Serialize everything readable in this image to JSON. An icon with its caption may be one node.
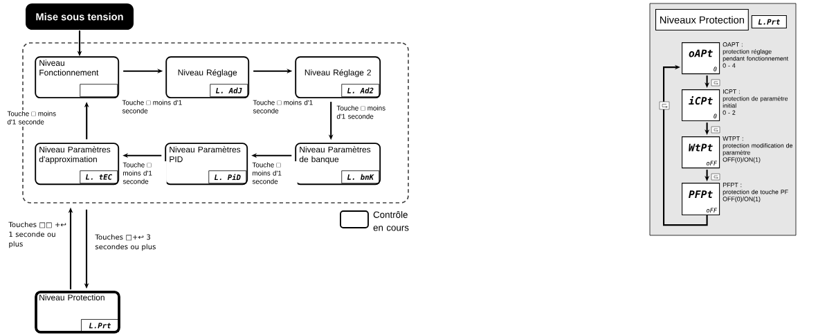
{
  "diagram": {
    "nodes": [
      {
        "text": [
          "Mise sous tension"
        ]
      },
      {
        "text": [],
        "shape": "box"
      },
      {
        "text": [
          "Niveau Fonctionnement"
        ],
        "in": 1
      },
      {
        "text": [
          "Niveau Réglage",
          "L. AdJ"
        ],
        "in": 1
      },
      {
        "text": [
          "Niveau Réglage 2",
          "L. Ad2"
        ],
        "in": 1
      },
      {
        "text": [
          "Niveau Paramètres de banque",
          "L. bnK"
        ],
        "in": 1
      },
      {
        "text": [
          "Niveau Paramètres PID",
          "L. PiD"
        ],
        "in": 1
      },
      {
        "text": [
          "Niveau Paramètres d'approximation",
          "L. tEC"
        ],
        "in": 1
      },
      {
        "text": [
          "Niveau Protection",
          "L.Prt"
        ]
      },
      {
        "text": [
          "Niveaux Protection",
          "L.Prt"
        ]
      },
      {
        "text": [
          "oAPt",
          "0"
        ],
        "in": 9,
        "beside": [
          "OAPT :",
          "protection réglage pendant fonctionnement",
          "0 - 4"
        ]
      },
      {
        "text": [
          "iCPt",
          "0"
        ],
        "in": 9,
        "beside": [
          "ICPT :",
          "protection de paramètre initial",
          "0 - 2"
        ]
      },
      {
        "text": [
          "WtPt",
          "oFF"
        ],
        "in": 9,
        "beside": [
          "WTPT :",
          "protection modification de paramètre",
          "OFF(0)/ON(1)"
        ]
      },
      {
        "text": [
          "PFPt",
          "oFF"
        ],
        "in": 9,
        "beside": [
          "PFPT :",
          "protection de touche PF",
          "OFF(0)/ON(1)"
        ]
      }
    ],
    "edges": [
      {
        "from": 0,
        "to": 2,
        "arrow": "to"
      },
      {
        "from": 2,
        "to": 3,
        "arrow": "to",
        "label": "Touche □ moins d'1 seconde"
      },
      {
        "from": 3,
        "to": 4,
        "arrow": "to",
        "label": "Touche □ moins d'1 seconde"
      },
      {
        "from": 4,
        "to": 5,
        "arrow": "to",
        "label": "Touche □ moins d'1 seconde"
      },
      {
        "from": 5,
        "to": 6,
        "arrow": "to",
        "label": "Touche □ moins d'1 seconde"
      },
      {
        "from": 6,
        "to": 7,
        "arrow": "to",
        "label": "Touche □ moins d'1 seconde"
      },
      {
        "from": 7,
        "to": 2,
        "arrow": "to",
        "label": "Touche □ moins d'1 seconde"
      },
      {
        "from": 8,
        "to": 1,
        "arrow": "to",
        "label": "Touches □□ +↩ 1 seconde ou plus"
      },
      {
        "from": 1,
        "to": 8,
        "arrow": "to",
        "label": "Touches □+↩ 3 secondes ou plus"
      },
      {
        "from": 10,
        "to": 11,
        "arrow": "to"
      },
      {
        "from": 11,
        "to": 12,
        "arrow": "to"
      },
      {
        "from": 12,
        "to": 13,
        "arrow": "to"
      },
      {
        "from": 13,
        "to": 10,
        "arrow": "to"
      }
    ],
    "legend": [
      {
        "text": "Contrôle en cours"
      }
    ]
  }
}
